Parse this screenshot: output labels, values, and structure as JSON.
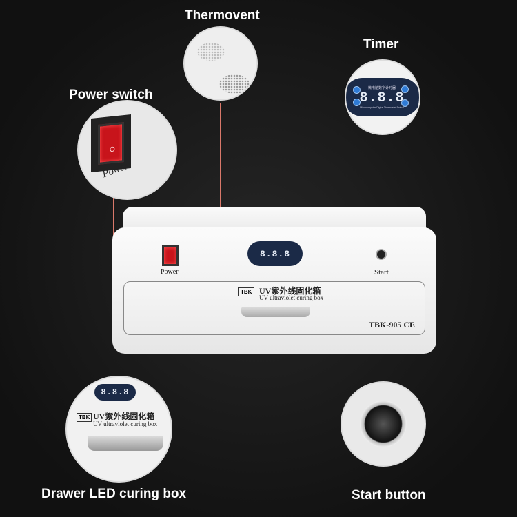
{
  "labels": {
    "thermovent": "Thermovent",
    "timer": "Timer",
    "power_switch": "Power switch",
    "drawer": "Drawer LED curing box",
    "start_button": "Start button"
  },
  "device": {
    "power_label": "Power",
    "start_label": "Start",
    "brand": "TBK",
    "title_cn": "UV紫外线固化箱",
    "title_en": "UV ultraviolet curing box",
    "model": "TBK-905",
    "cert": "CE",
    "timer_display": "8.8.8",
    "timer_header": "微电脑数字计时器",
    "timer_footer": "Microcomputer Digital Thermostat Switch",
    "power_zoom_label": "Power",
    "rocker_mark": "O"
  },
  "colors": {
    "callout_line": "#d9786a",
    "background": "#1a1a1a",
    "device_body": "#f4f4f4",
    "timer_panel": "#1b2a47",
    "switch_red": "#c8141b"
  }
}
